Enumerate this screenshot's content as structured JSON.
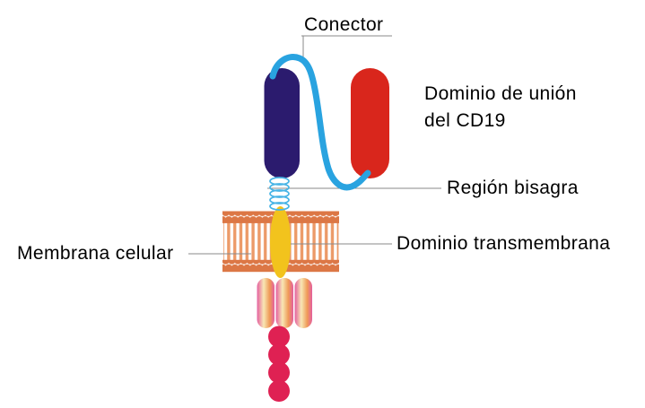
{
  "labels": {
    "connector": "Conector",
    "binding_domain_line1": "Dominio de unión",
    "binding_domain_line2": "del CD19",
    "hinge": "Región bisagra",
    "membrane": "Membrana celular",
    "transmembrane": "Dominio transmembrana"
  },
  "colors": {
    "navy_chain": "#2b1b6e",
    "red_chain": "#d9261c",
    "connector_line": "#29a3e0",
    "hinge_spring": "#4ab5e6",
    "membrane_head": "#dc7745",
    "membrane_tail": "#ec9a68",
    "transmembrane_domain": "#f2c31d",
    "stripe_pink": "#e45f9f",
    "stripe_cream": "#f8e7b4",
    "stripe_orange": "#ef9a57",
    "signal_chain": "#df2153",
    "leader_line": "#8a8a8a",
    "text": "#000000",
    "background": "#ffffff"
  }
}
